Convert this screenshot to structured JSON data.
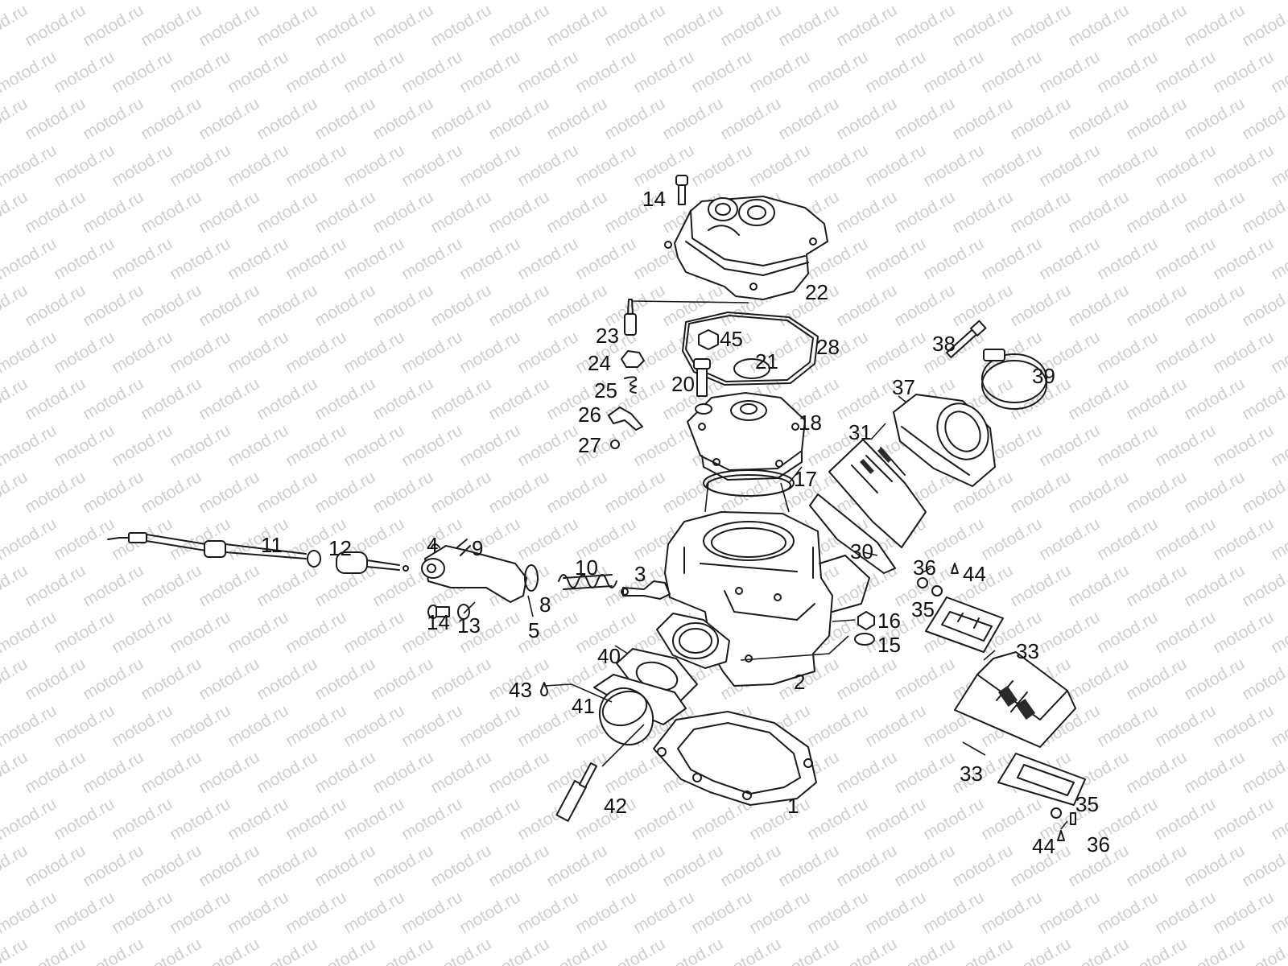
{
  "watermark": {
    "text": "motod.ru",
    "color": "#cfcfcf"
  },
  "callouts": [
    {
      "id": "l14a",
      "text": "14"
    },
    {
      "id": "l22",
      "text": "22"
    },
    {
      "id": "l23",
      "text": "23"
    },
    {
      "id": "l45",
      "text": "45"
    },
    {
      "id": "l28",
      "text": "28"
    },
    {
      "id": "l24",
      "text": "24"
    },
    {
      "id": "l21",
      "text": "21"
    },
    {
      "id": "l20",
      "text": "20"
    },
    {
      "id": "l25",
      "text": "25"
    },
    {
      "id": "l26",
      "text": "26"
    },
    {
      "id": "l18",
      "text": "18"
    },
    {
      "id": "l27",
      "text": "27"
    },
    {
      "id": "l17",
      "text": "17"
    },
    {
      "id": "l38",
      "text": "38"
    },
    {
      "id": "l39",
      "text": "39"
    },
    {
      "id": "l37",
      "text": "37"
    },
    {
      "id": "l31",
      "text": "31"
    },
    {
      "id": "l11",
      "text": "11"
    },
    {
      "id": "l12",
      "text": "12"
    },
    {
      "id": "l4",
      "text": "4"
    },
    {
      "id": "l9",
      "text": "9"
    },
    {
      "id": "l10",
      "text": "10"
    },
    {
      "id": "l3",
      "text": "3"
    },
    {
      "id": "l30",
      "text": "30"
    },
    {
      "id": "l36a",
      "text": "36"
    },
    {
      "id": "l44a",
      "text": "44"
    },
    {
      "id": "l8",
      "text": "8"
    },
    {
      "id": "l14b",
      "text": "14"
    },
    {
      "id": "l13",
      "text": "13"
    },
    {
      "id": "l5",
      "text": "5"
    },
    {
      "id": "l35a",
      "text": "35"
    },
    {
      "id": "l16",
      "text": "16"
    },
    {
      "id": "l15",
      "text": "15"
    },
    {
      "id": "l40",
      "text": "40"
    },
    {
      "id": "l33a",
      "text": "33"
    },
    {
      "id": "l2",
      "text": "2"
    },
    {
      "id": "l43",
      "text": "43"
    },
    {
      "id": "l41",
      "text": "41"
    },
    {
      "id": "l33b",
      "text": "33"
    },
    {
      "id": "l42",
      "text": "42"
    },
    {
      "id": "l1",
      "text": "1"
    },
    {
      "id": "l35b",
      "text": "35"
    },
    {
      "id": "l44b",
      "text": "44"
    },
    {
      "id": "l36b",
      "text": "36"
    }
  ]
}
